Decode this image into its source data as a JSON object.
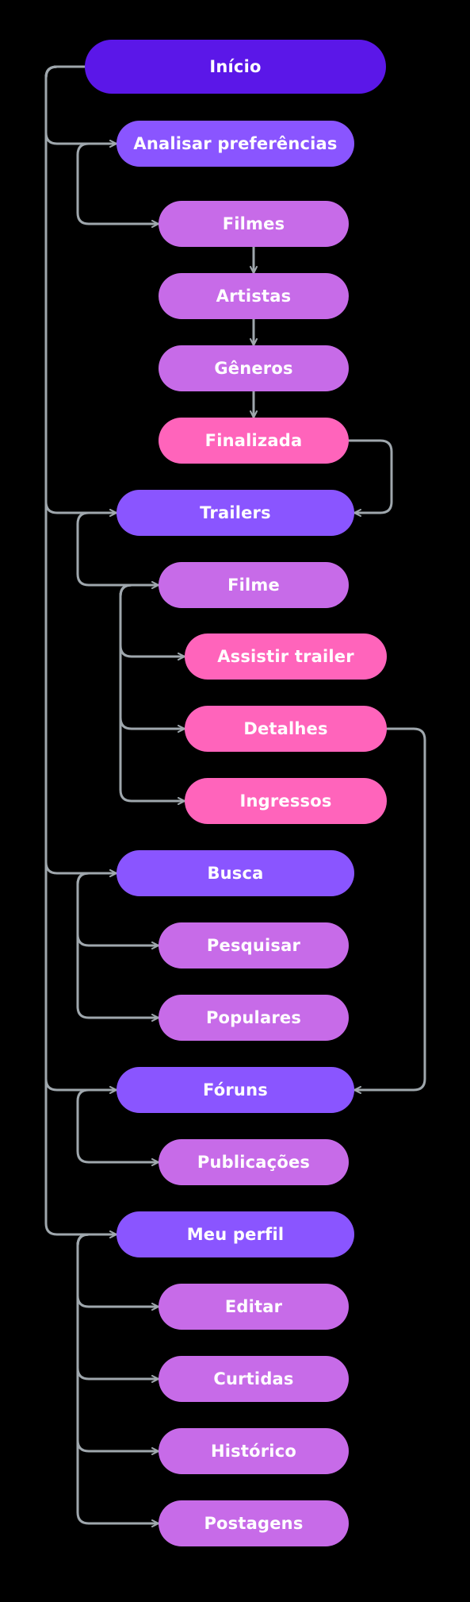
{
  "colors": {
    "background": "#000000",
    "connector": "#9fa7ad",
    "root": "#5b17e8",
    "section": "#8a55ff",
    "subitem": "#c76be8",
    "leaf": "#ff64bb",
    "text": "#ffffff"
  },
  "nodes": [
    {
      "id": "inicio",
      "label": "Início",
      "kind": "root"
    },
    {
      "id": "analisar",
      "label": "Analisar preferências",
      "kind": "section"
    },
    {
      "id": "filmes",
      "label": "Filmes",
      "kind": "subitem"
    },
    {
      "id": "artistas",
      "label": "Artistas",
      "kind": "subitem"
    },
    {
      "id": "generos",
      "label": "Gêneros",
      "kind": "subitem"
    },
    {
      "id": "finalizada",
      "label": "Finalizada",
      "kind": "leaf"
    },
    {
      "id": "trailers",
      "label": "Trailers",
      "kind": "section"
    },
    {
      "id": "filme",
      "label": "Filme",
      "kind": "subitem"
    },
    {
      "id": "assistir",
      "label": "Assistir trailer",
      "kind": "leaf"
    },
    {
      "id": "detalhes",
      "label": "Detalhes",
      "kind": "leaf"
    },
    {
      "id": "ingressos",
      "label": "Ingressos",
      "kind": "leaf"
    },
    {
      "id": "busca",
      "label": "Busca",
      "kind": "section"
    },
    {
      "id": "pesquisar",
      "label": "Pesquisar",
      "kind": "subitem"
    },
    {
      "id": "populares",
      "label": "Populares",
      "kind": "subitem"
    },
    {
      "id": "foruns",
      "label": "Fóruns",
      "kind": "section"
    },
    {
      "id": "publicacoes",
      "label": "Publicações",
      "kind": "subitem"
    },
    {
      "id": "perfil",
      "label": "Meu perfil",
      "kind": "section"
    },
    {
      "id": "editar",
      "label": "Editar",
      "kind": "subitem"
    },
    {
      "id": "curtidas",
      "label": "Curtidas",
      "kind": "subitem"
    },
    {
      "id": "historico",
      "label": "Histórico",
      "kind": "subitem"
    },
    {
      "id": "postagens",
      "label": "Postagens",
      "kind": "subitem"
    }
  ],
  "edges": [
    {
      "from": "inicio",
      "to": "analisar"
    },
    {
      "from": "inicio",
      "to": "trailers"
    },
    {
      "from": "inicio",
      "to": "busca"
    },
    {
      "from": "inicio",
      "to": "foruns"
    },
    {
      "from": "inicio",
      "to": "perfil"
    },
    {
      "from": "analisar",
      "to": "filmes"
    },
    {
      "from": "filmes",
      "to": "artistas"
    },
    {
      "from": "artistas",
      "to": "generos"
    },
    {
      "from": "generos",
      "to": "finalizada"
    },
    {
      "from": "finalizada",
      "to": "trailers"
    },
    {
      "from": "trailers",
      "to": "filme"
    },
    {
      "from": "filme",
      "to": "assistir"
    },
    {
      "from": "filme",
      "to": "detalhes"
    },
    {
      "from": "filme",
      "to": "ingressos"
    },
    {
      "from": "detalhes",
      "to": "foruns"
    },
    {
      "from": "busca",
      "to": "pesquisar"
    },
    {
      "from": "busca",
      "to": "populares"
    },
    {
      "from": "foruns",
      "to": "publicacoes"
    },
    {
      "from": "perfil",
      "to": "editar"
    },
    {
      "from": "perfil",
      "to": "curtidas"
    },
    {
      "from": "perfil",
      "to": "historico"
    },
    {
      "from": "perfil",
      "to": "postagens"
    }
  ]
}
